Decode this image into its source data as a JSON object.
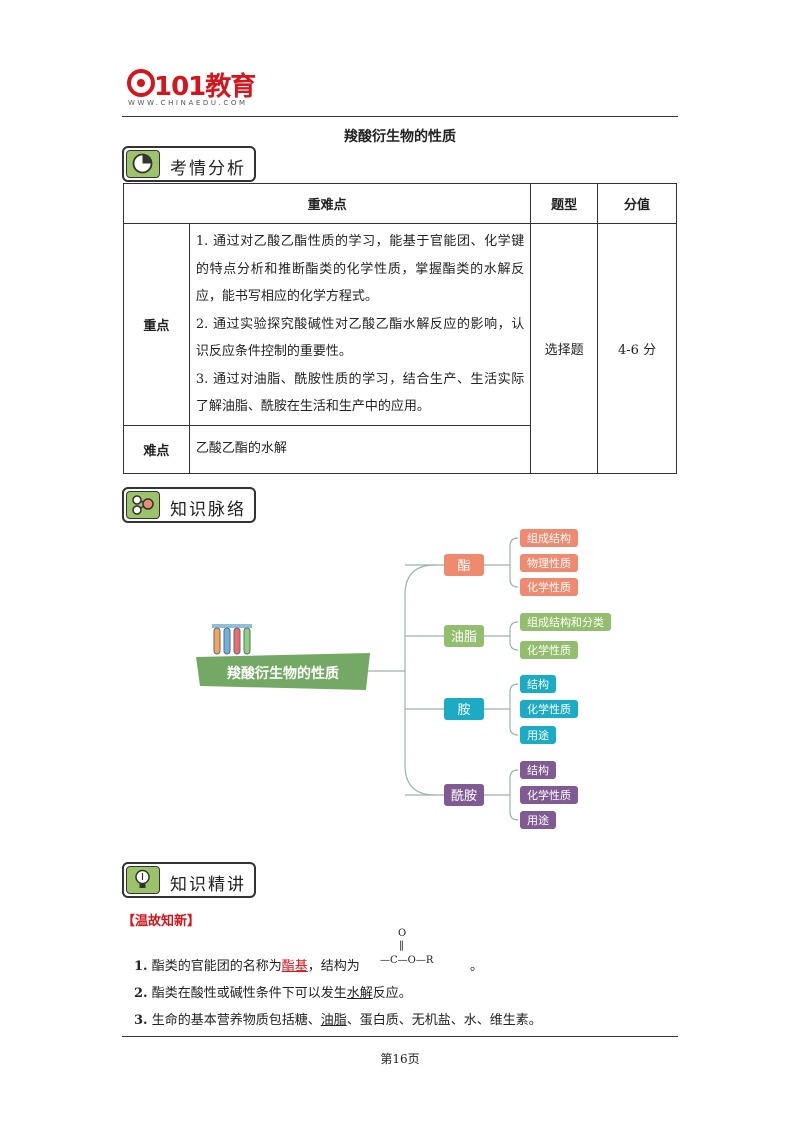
{
  "header": {
    "logo_text": "101教育",
    "logo_sub": "WWW.CHINAEDU.COM"
  },
  "title": "羧酸衍生物的性质",
  "sections": {
    "analysis": "考情分析",
    "network": "知识脉络",
    "explain": "知识精讲"
  },
  "table": {
    "headers": [
      "重难点",
      "题型",
      "分值"
    ],
    "key_label": "重点",
    "key_points": [
      "1. 通过对乙酸乙酯性质的学习，能基于官能团、化学键的特点分析和推断酯类的化学性质，掌握酯类的水解反应，能书写相应的化学方程式。",
      "2. 通过实验探究酸碱性对乙酸乙酯水解反应的影响，认识反应条件控制的重要性。",
      "3. 通过对油脂、酰胺性质的学习，结合生产、生活实际了解油脂、酰胺在生活和生产中的应用。"
    ],
    "question_type": "选择题",
    "score": "4-6 分",
    "difficult_label": "难点",
    "difficult_point": "乙酸乙酯的水解"
  },
  "mindmap": {
    "root": "羧酸衍生物的性质",
    "branches": [
      {
        "name": "酯",
        "color": "#ee8a6f",
        "leaves": [
          "组成结构",
          "物理性质",
          "化学性质"
        ]
      },
      {
        "name": "油脂",
        "color": "#93be6d",
        "leaves": [
          "组成结构和分类",
          "化学性质"
        ]
      },
      {
        "name": "胺",
        "color": "#1cabc4",
        "leaves": [
          "结构",
          "化学性质",
          "用途"
        ]
      },
      {
        "name": "酰胺",
        "color": "#7f5a93",
        "leaves": [
          "结构",
          "化学性质",
          "用途"
        ]
      }
    ]
  },
  "review": {
    "heading": "【温故知新】",
    "p1_num": "1.",
    "p1_a": "酯类的官能团的名称为",
    "p1_blank": "酯基",
    "p1_b": "，结构为",
    "p1_end": "。",
    "struct_o": "O",
    "struct_eq": "‖",
    "struct_chain": "—C—O—R",
    "p2_num": "2.",
    "p2_a": "酯类在酸性或碱性条件下可以发生",
    "p2_blank": "水解",
    "p2_b": "反应。",
    "p3_num": "3.",
    "p3_a": "生命的基本营养物质包括糖、",
    "p3_blank": "油脂",
    "p3_b": "、蛋白质、无机盐、水、维生素。"
  },
  "footer": {
    "page": "第16页"
  }
}
